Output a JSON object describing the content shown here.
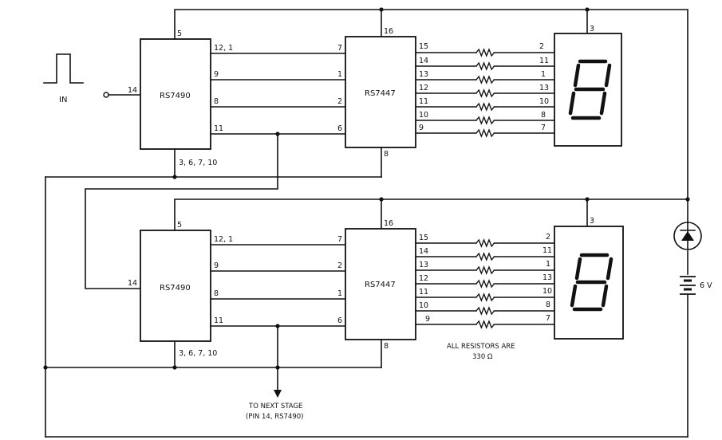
{
  "input": {
    "label": "IN",
    "pin": "14"
  },
  "stages": [
    {
      "counter": {
        "name": "RS7490",
        "pin_top": "5",
        "pin_in": "14",
        "outputs": [
          "12, 1",
          "9",
          "8",
          "11"
        ],
        "pin_bottom": "3, 6, 7, 10"
      },
      "decoder": {
        "name": "RS7447",
        "pin_top": "16",
        "pin_bottom": "8",
        "inputs": [
          "7",
          "1",
          "2",
          "6"
        ],
        "outputs": [
          "15",
          "14",
          "13",
          "12",
          "11",
          "10",
          "9"
        ]
      },
      "display": {
        "pin_top": "3",
        "pins": [
          "2",
          "11",
          "1",
          "13",
          "10",
          "8",
          "7"
        ]
      }
    },
    {
      "counter": {
        "name": "RS7490",
        "pin_top": "5",
        "pin_in": "14",
        "outputs": [
          "12, 1",
          "9",
          "8",
          "11"
        ],
        "pin_bottom": "3, 6, 7, 10"
      },
      "decoder": {
        "name": "RS7447",
        "pin_top": "16",
        "pin_bottom": "8",
        "inputs": [
          "7",
          "2",
          "1",
          "6"
        ],
        "outputs": [
          "15",
          "14",
          "13",
          "12",
          "11",
          "10",
          "9"
        ]
      },
      "display": {
        "pin_top": "3",
        "pins": [
          "2",
          "11",
          "1",
          "13",
          "10",
          "8",
          "7"
        ]
      }
    }
  ],
  "resistor_note": [
    "ALL RESISTORS ARE",
    "330 Ω"
  ],
  "next_stage": [
    "TO NEXT STAGE",
    "(PIN 14, RS7490)"
  ],
  "battery_label": "6 V"
}
